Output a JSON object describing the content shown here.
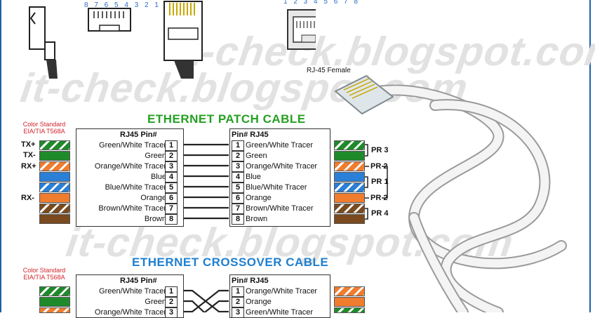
{
  "pin_numbers_left": "8 7 6 5 4 3 2 1",
  "pin_numbers_right": "1 2 3 4 5 6 7 8",
  "female_label": "RJ-45 Female",
  "watermark": "it-check.blogspot.com",
  "patch": {
    "title": "ETHERNET PATCH CABLE",
    "standard": [
      "Color Standard",
      "EIA/TIA T568A"
    ],
    "left_header": "RJ45   Pin#",
    "right_header": "Pin#  RJ45",
    "left": [
      "Green/White Tracer",
      "Green",
      "Orange/White Tracer",
      "Blue",
      "Blue/White Tracer",
      "Orange",
      "Brown/White Tracer",
      "Brown"
    ],
    "right": [
      "Green/White Tracer",
      "Green",
      "Orange/White Tracer",
      "Blue",
      "Blue/White Tracer",
      "Orange",
      "Brown/White Tracer",
      "Brown"
    ],
    "pins": [
      "1",
      "2",
      "3",
      "4",
      "5",
      "6",
      "7",
      "8"
    ],
    "signals": [
      "TX+",
      "TX-",
      "RX+",
      "",
      "",
      "RX-",
      "",
      ""
    ],
    "pairs": [
      "PR 3",
      "PR 2",
      "PR 1",
      "PR 2",
      "PR 4"
    ]
  },
  "cross": {
    "title": "ETHERNET CROSSOVER CABLE",
    "standard": [
      "Color Standard",
      "EIA/TIA T568A"
    ],
    "left_header": "RJ45   Pin#",
    "right_header": "Pin#  RJ45",
    "left": [
      "Green/White Tracer",
      "Green",
      "Orange/White Tracer"
    ],
    "right": [
      "Orange/White Tracer",
      "Orange",
      "Green/White Tracer"
    ],
    "pins": [
      "1",
      "2",
      "3"
    ]
  },
  "colors": {
    "green": "#1f8a2a",
    "orange": "#f07c2e",
    "blue": "#2a7fd6",
    "brown": "#7a4a1e"
  }
}
